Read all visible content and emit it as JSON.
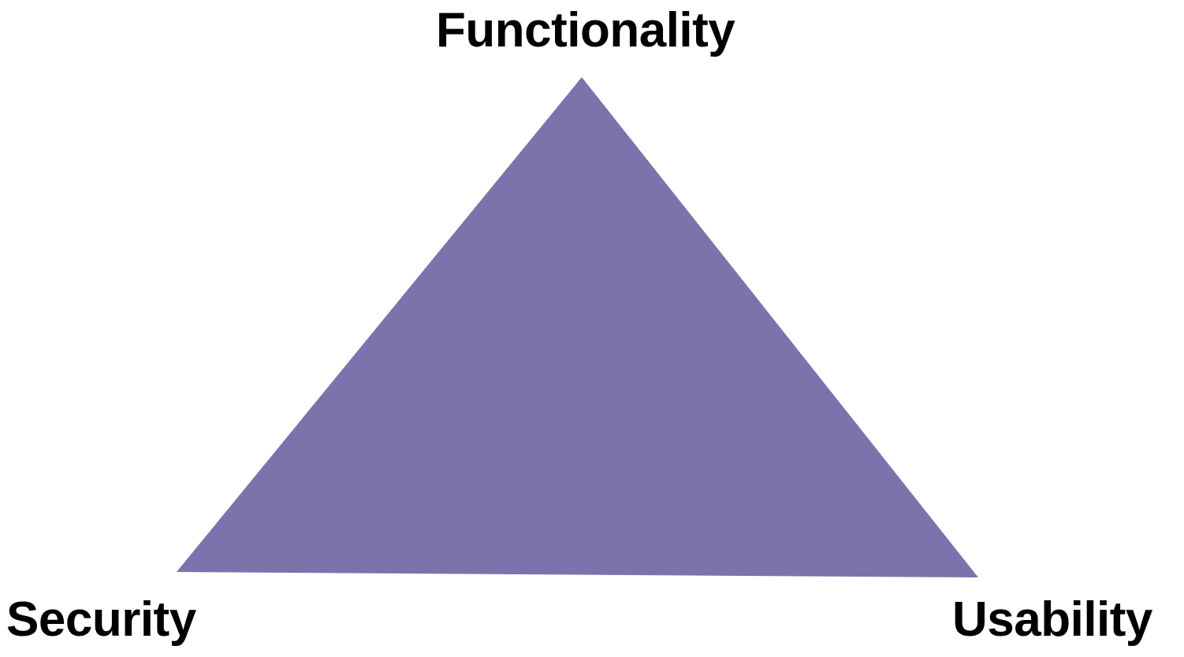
{
  "diagram": {
    "shape": "triangle",
    "fill_color": "#7b73ab",
    "vertices": {
      "top": "Functionality",
      "bottom_left": "Security",
      "bottom_right": "Usability"
    }
  }
}
